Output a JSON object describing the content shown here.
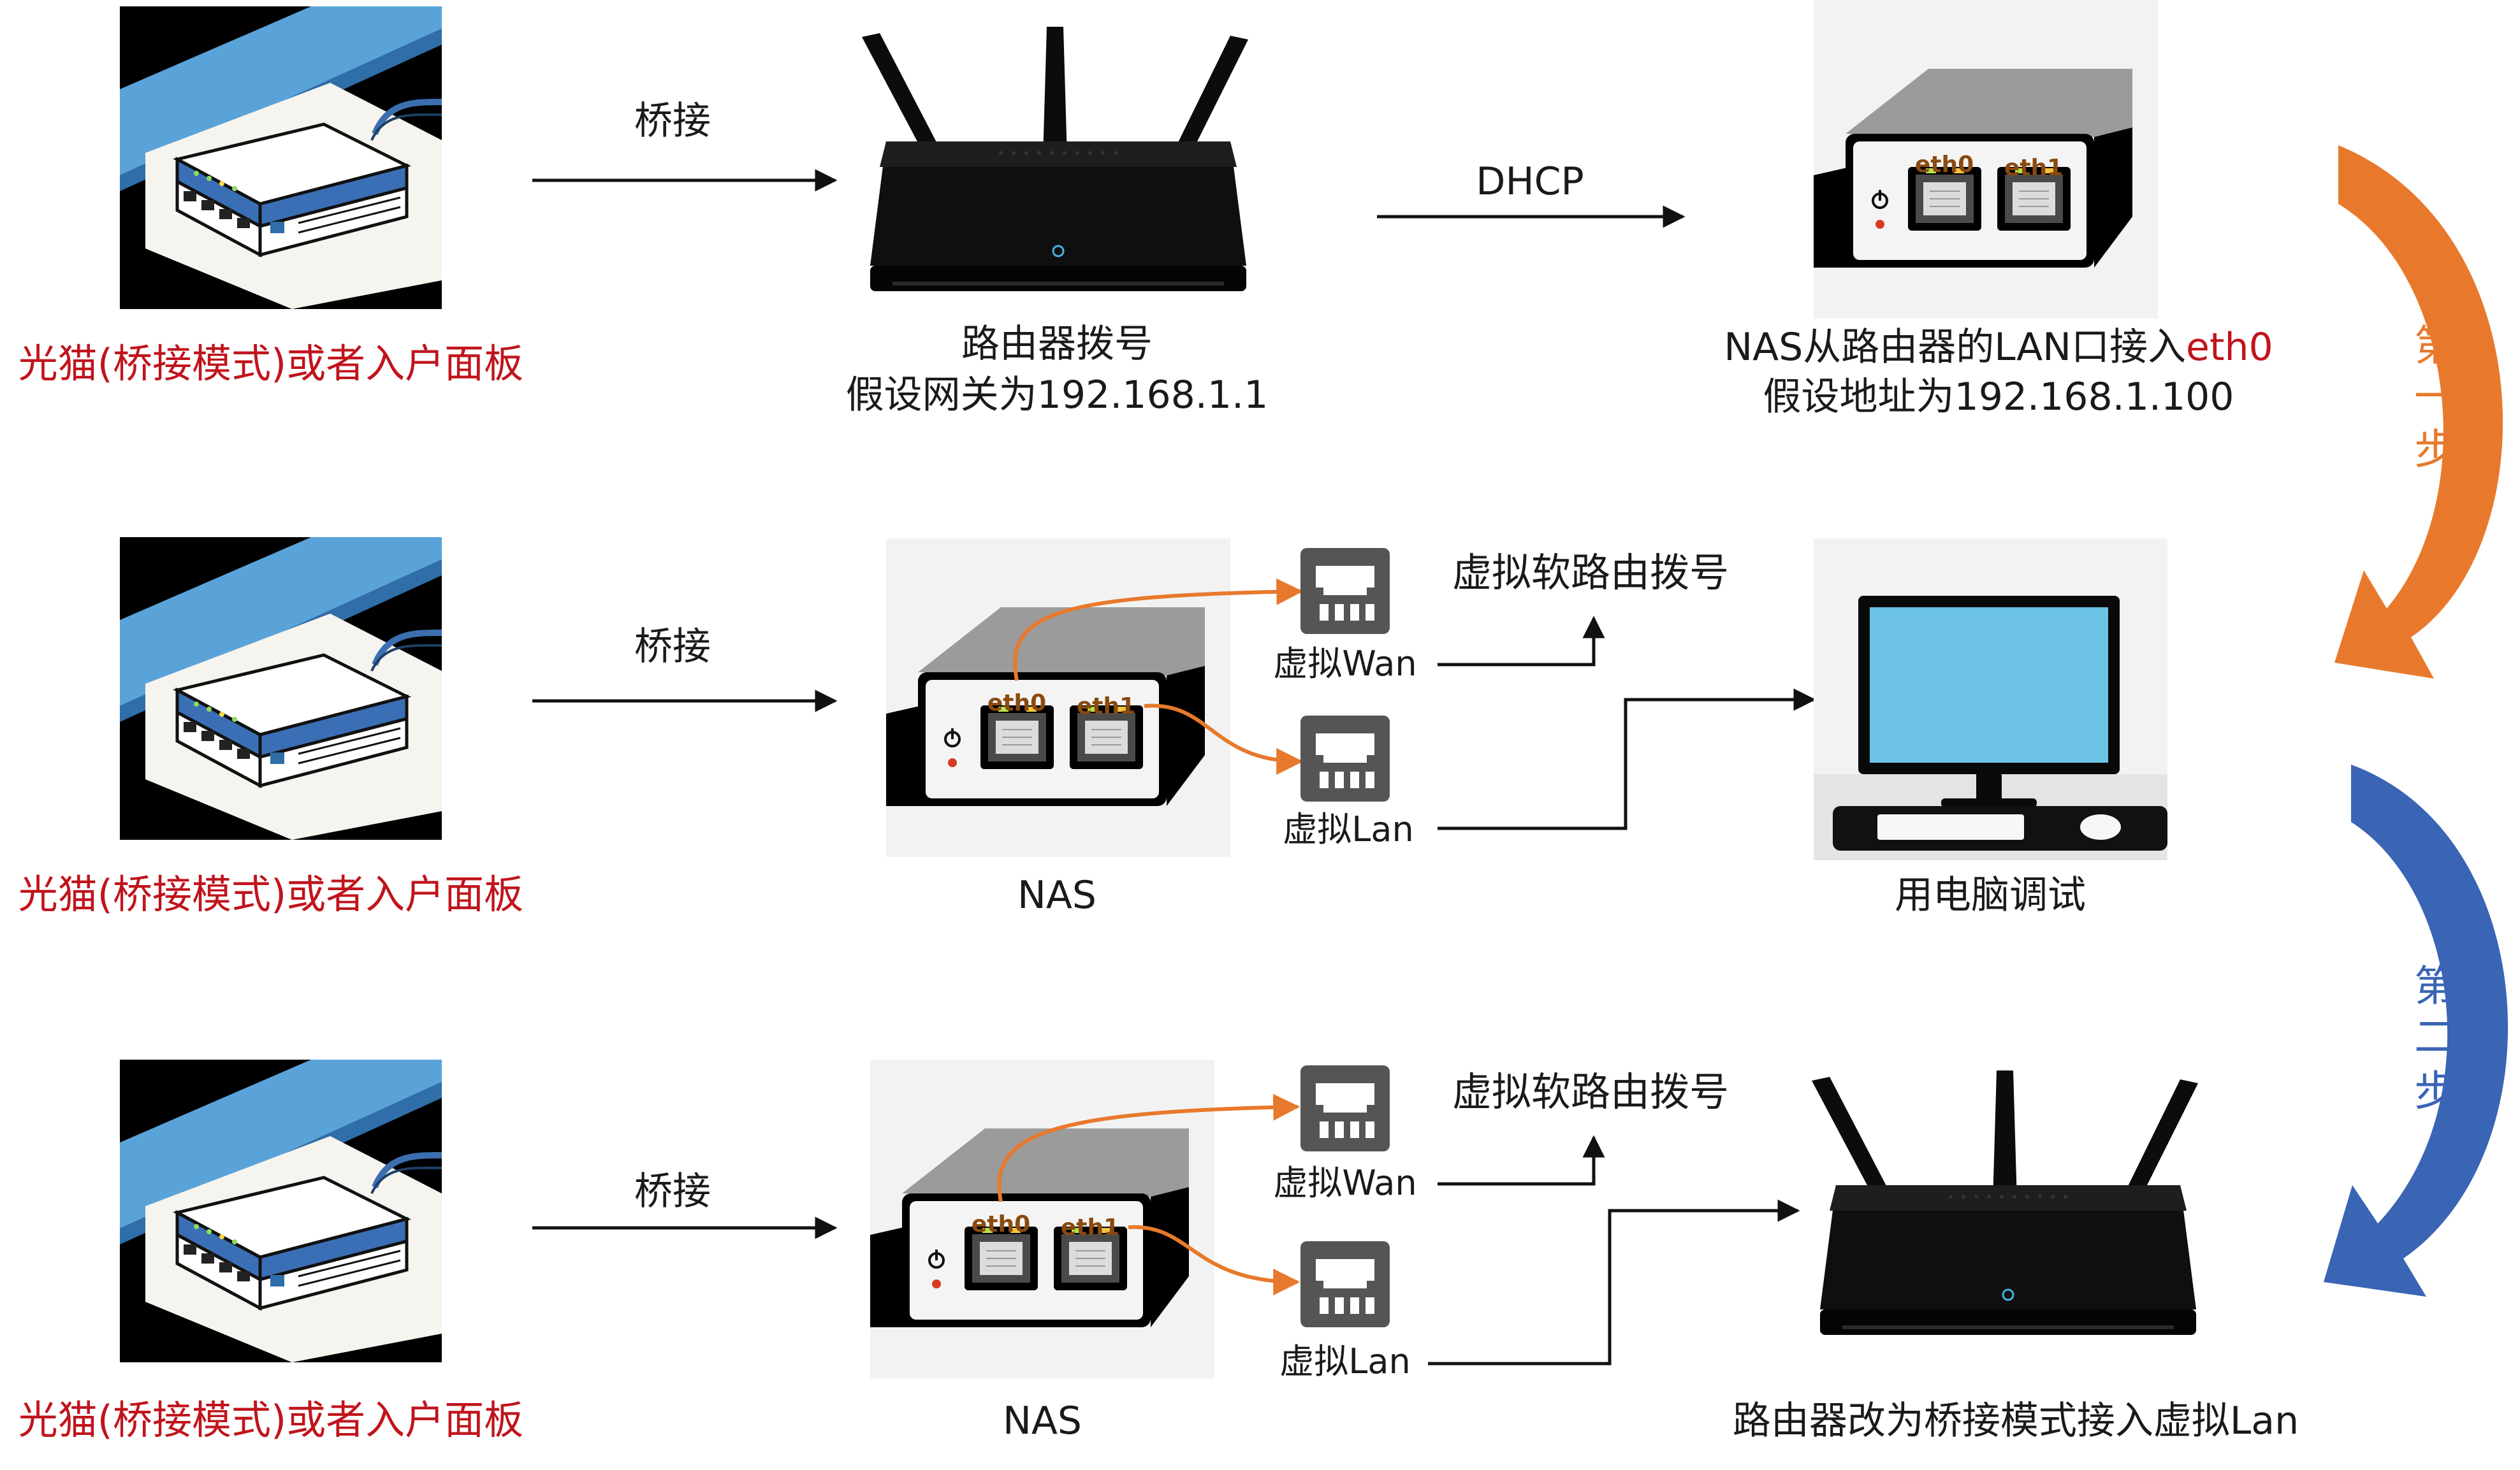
{
  "colors": {
    "red_label": "#c0141c",
    "orange": "#e8792c",
    "blue": "#3a64b4",
    "text": "#1a1a1a",
    "device_black": "#111111"
  },
  "row1": {
    "modem_label": "光猫(桥接模式)或者入户面板",
    "bridge_label": "桥接",
    "router_line1": "路由器拨号",
    "router_line2": "假设网关为192.168.1.1",
    "dhcp_label": "DHCP",
    "nas_eth0": "eth0",
    "nas_eth1": "eth1",
    "nas_line1_prefix": "NAS从路由器的LAN口接入",
    "nas_line1_highlight": "eth0",
    "nas_line2": "假设地址为192.168.1.100"
  },
  "row2": {
    "modem_label": "光猫(桥接模式)或者入户面板",
    "bridge_label": "桥接",
    "nas_eth0": "eth0",
    "nas_eth1": "eth1",
    "nas_label": "NAS",
    "vwan_label": "虚拟Wan",
    "vlan_label": "虚拟Lan",
    "soft_router_label": "虚拟软路由拨号",
    "pc_label": "用电脑调试"
  },
  "row3": {
    "modem_label": "光猫(桥接模式)或者入户面板",
    "bridge_label": "桥接",
    "nas_eth0": "eth0",
    "nas_eth1": "eth1",
    "nas_label": "NAS",
    "vwan_label": "虚拟Wan",
    "vlan_label": "虚拟Lan",
    "soft_router_label": "虚拟软路由拨号",
    "router_label": "路由器改为桥接模式接入虚拟Lan"
  },
  "steps": {
    "step1": [
      "第",
      "一",
      "步"
    ],
    "step2": [
      "第",
      "二",
      "步"
    ]
  }
}
